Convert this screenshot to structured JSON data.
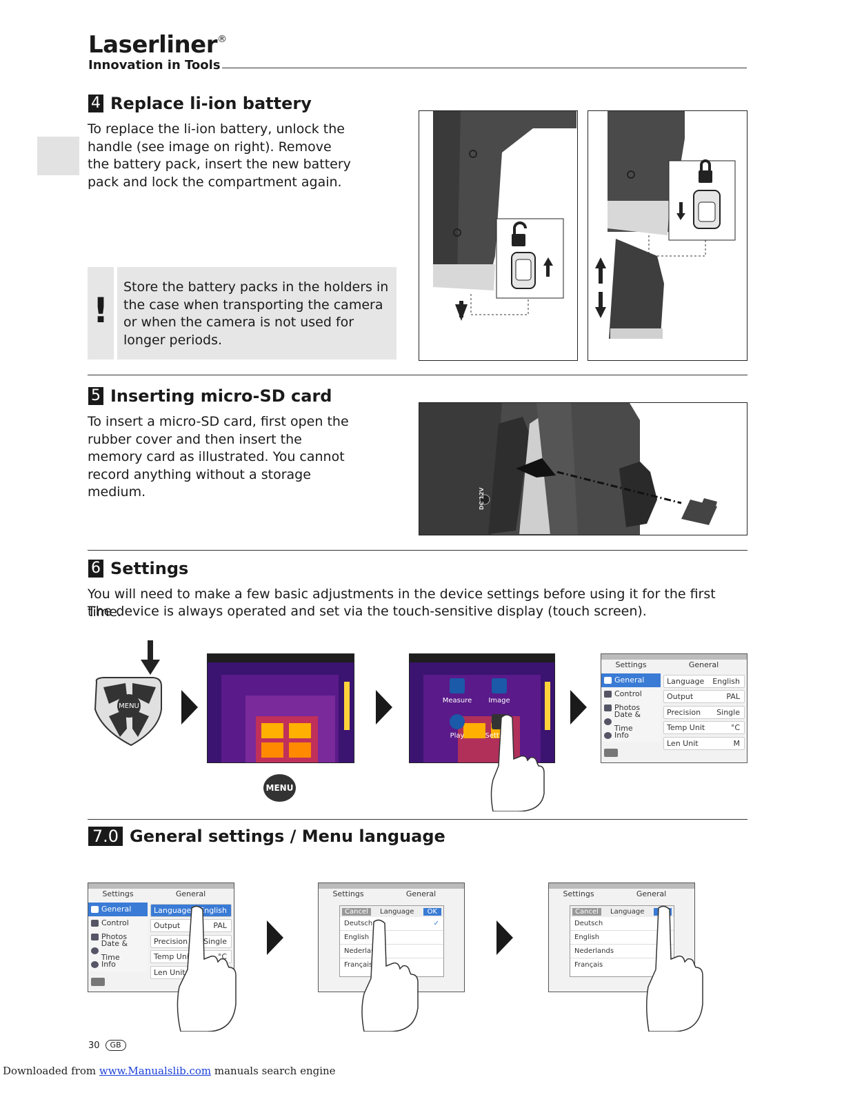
{
  "brand": {
    "name": "Laserliner",
    "reg": "®",
    "tagline": "Innovation in Tools"
  },
  "section4": {
    "num": "4",
    "title": "Replace li-ion battery",
    "text": "To replace the li-ion battery, unlock the handle (see image on right). Remove the battery pack, insert the new battery pack and lock the compartment again.",
    "note_mark": "!",
    "note": "Store the battery packs in the holders in the case when transporting the camera or when the camera is not used for longer periods."
  },
  "section5": {
    "num": "5",
    "title": "Inserting micro-SD card",
    "text": "To insert a micro-SD card, first open the rubber cover and then insert the memory card as illustrated. You cannot record anything without a storage medium.",
    "port_label": "DC 12V"
  },
  "section6": {
    "num": "6",
    "title": "Settings",
    "text_line1": "You will need to make a few basic adjustments in the device settings before using it for the first time.",
    "text_line2": "The device is always operated and set via the touch-sensitive display (touch screen).",
    "keypad_label": "MENU",
    "menu_button": "MENU",
    "menu_items": [
      "Measure",
      "Image",
      "Play",
      "Settings"
    ]
  },
  "section7": {
    "num": "7.0",
    "title": "General settings / Menu language"
  },
  "screen": {
    "left_title": "Settings",
    "right_title": "General",
    "side": [
      "General",
      "Control",
      "Photos",
      "Date & Time",
      "Info"
    ],
    "rows": [
      {
        "label": "Language",
        "value": "English"
      },
      {
        "label": "Output",
        "value": "PAL"
      },
      {
        "label": "Precision",
        "value": "Single"
      },
      {
        "label": "Temp Unit",
        "value": "°C"
      },
      {
        "label": "Len Unit",
        "value": "M"
      }
    ]
  },
  "dialog": {
    "cancel": "Cancel",
    "title": "Language",
    "ok": "OK",
    "options": [
      "Deutsch",
      "English",
      "Nederlands",
      "Français"
    ],
    "check": "✓"
  },
  "footer": {
    "page": "30",
    "lang": "GB",
    "prefix": "Downloaded from ",
    "link": "www.Manualslib.com",
    "suffix": " manuals search engine"
  },
  "colors": {
    "accent": "#3a7bd5",
    "dark": "#1a1a1a",
    "note_bg": "#e6e6e6"
  }
}
